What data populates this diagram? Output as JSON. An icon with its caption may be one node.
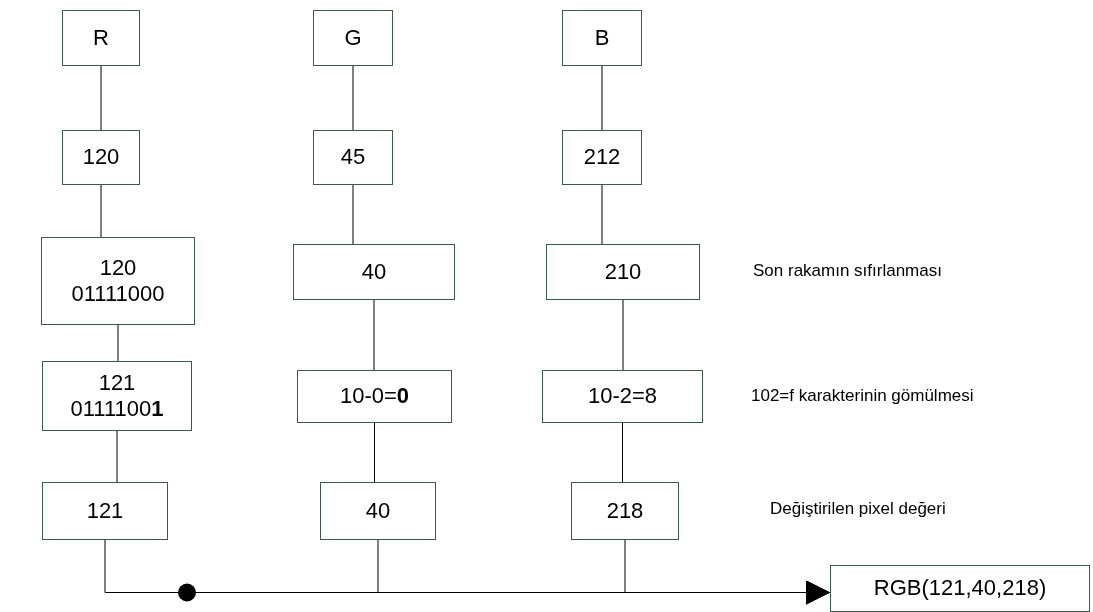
{
  "diagram": {
    "nodes": [
      {
        "text": [
          "R"
        ]
      },
      {
        "text": [
          "G"
        ]
      },
      {
        "text": [
          "B"
        ]
      },
      {
        "text": [
          "120"
        ]
      },
      {
        "text": [
          "45"
        ]
      },
      {
        "text": [
          "212"
        ]
      },
      {
        "text": [
          "120",
          "01111000"
        ]
      },
      {
        "text": [
          "40"
        ]
      },
      {
        "text": [
          "210"
        ]
      },
      {
        "text": [
          "121",
          "0111100**1**"
        ]
      },
      {
        "text": [
          "10-0=**0**"
        ]
      },
      {
        "text": [
          "10-2=8"
        ]
      },
      {
        "text": [
          "121"
        ]
      },
      {
        "text": [
          "40"
        ]
      },
      {
        "text": [
          "218"
        ]
      },
      {
        "text": [
          "RGB(121,40,218)"
        ]
      }
    ],
    "edges": [
      {
        "from": 0,
        "to": 3,
        "arrow": "none"
      },
      {
        "from": 3,
        "to": 6,
        "arrow": "none"
      },
      {
        "from": 6,
        "to": 9,
        "arrow": "none"
      },
      {
        "from": 9,
        "to": 12,
        "arrow": "none"
      },
      {
        "from": 1,
        "to": 4,
        "arrow": "none"
      },
      {
        "from": 4,
        "to": 7,
        "arrow": "none"
      },
      {
        "from": 7,
        "to": 10,
        "arrow": "none"
      },
      {
        "from": 10,
        "to": 13,
        "arrow": "none"
      },
      {
        "from": 2,
        "to": 5,
        "arrow": "none"
      },
      {
        "from": 5,
        "to": 8,
        "arrow": "none"
      },
      {
        "from": 8,
        "to": 11,
        "arrow": "none"
      },
      {
        "from": 11,
        "to": 14,
        "arrow": "none"
      },
      {
        "from": 12,
        "to": 15,
        "arrow": "to"
      },
      {
        "from": 13,
        "to": 15,
        "arrow": "to"
      },
      {
        "from": 14,
        "to": 15,
        "arrow": "to"
      }
    ],
    "labels": [
      "Son rakamın sıfırlanması",
      "102=f karakterinin gömülmesi",
      "Değiştirilen pixel değeri"
    ]
  }
}
